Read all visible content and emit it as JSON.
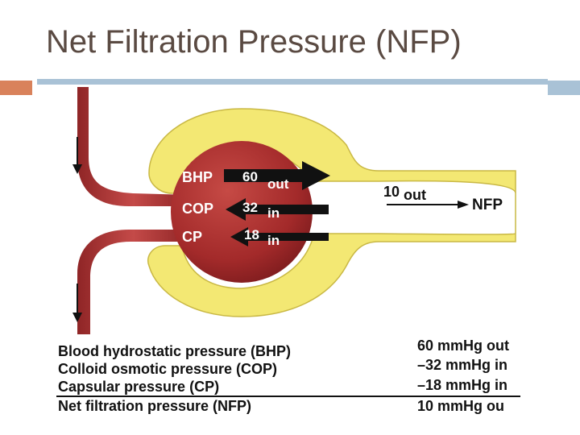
{
  "page": {
    "title": "Net Filtration Pressure (NFP)"
  },
  "diagram": {
    "pressures": [
      {
        "abbr": "BHP",
        "value": "60",
        "direction": "out"
      },
      {
        "abbr": "COP",
        "value": "32",
        "direction": "in"
      },
      {
        "abbr": "CP",
        "value": "18",
        "direction": "in"
      }
    ],
    "result": {
      "value": "10",
      "direction": "out",
      "label": "NFP"
    },
    "colors": {
      "capsule": "#f3e873",
      "capsule_outline": "#c9b844",
      "vessel": "#b8393a",
      "glomerulus": "#a8292a",
      "accent": "#d9825b",
      "rule": "#a9c2d6"
    }
  },
  "table": {
    "rows": [
      {
        "label": "Blood hydrostatic pressure (BHP)",
        "value": "60 mmHg out"
      },
      {
        "label": "Colloid osmotic pressure (COP)",
        "value": "–32 mmHg in"
      },
      {
        "label": "Capsular pressure (CP)",
        "value": "–18 mmHg in"
      }
    ],
    "total": {
      "label": "Net filtration pressure (NFP)",
      "value": "10 mmHg ou"
    }
  }
}
